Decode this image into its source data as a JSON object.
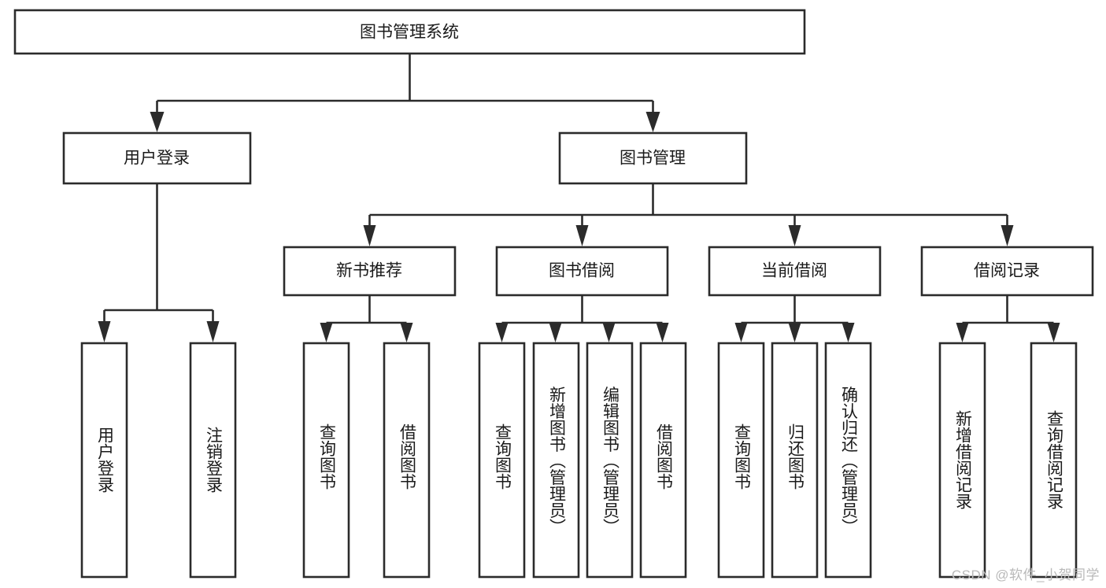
{
  "diagram": {
    "type": "tree-hierarchy",
    "title": "图书管理系统",
    "watermark": "CSDN @软件_小贺同学",
    "colors": {
      "stroke": "#2b2b2b",
      "fill": "#ffffff",
      "text": "#1a1a1a",
      "watermark": "#b9b9b9",
      "background": "#ffffff"
    },
    "levels": {
      "root": {
        "label": "图书管理系统",
        "orientation": "horizontal"
      },
      "level1": [
        {
          "id": "user-login",
          "label": "用户登录",
          "orientation": "horizontal"
        },
        {
          "id": "book-management",
          "label": "图书管理",
          "orientation": "horizontal"
        }
      ],
      "level2": [
        {
          "id": "new-book-recommend",
          "label": "新书推荐",
          "orientation": "horizontal",
          "parent": "book-management"
        },
        {
          "id": "book-borrow",
          "label": "图书借阅",
          "orientation": "horizontal",
          "parent": "book-management"
        },
        {
          "id": "current-borrow",
          "label": "当前借阅",
          "orientation": "horizontal",
          "parent": "book-management"
        },
        {
          "id": "borrow-record",
          "label": "借阅记录",
          "orientation": "horizontal",
          "parent": "book-management"
        }
      ],
      "leaves": [
        {
          "id": "leaf-user-login",
          "label": "用户登录",
          "orientation": "vertical",
          "parent": "user-login"
        },
        {
          "id": "leaf-user-logout",
          "label": "注销登录",
          "orientation": "vertical",
          "parent": "user-login"
        },
        {
          "id": "leaf-query-book-1",
          "label": "查询图书",
          "orientation": "vertical",
          "parent": "new-book-recommend"
        },
        {
          "id": "leaf-borrow-book-1",
          "label": "借阅图书",
          "orientation": "vertical",
          "parent": "new-book-recommend"
        },
        {
          "id": "leaf-query-book-2",
          "label": "查询图书",
          "orientation": "vertical",
          "parent": "book-borrow"
        },
        {
          "id": "leaf-add-book",
          "label": "新增图书（管理员）",
          "orientation": "vertical",
          "parent": "book-borrow"
        },
        {
          "id": "leaf-edit-book",
          "label": "编辑图书（管理员）",
          "orientation": "vertical",
          "parent": "book-borrow"
        },
        {
          "id": "leaf-borrow-book-2",
          "label": "借阅图书",
          "orientation": "vertical",
          "parent": "book-borrow"
        },
        {
          "id": "leaf-query-book-3",
          "label": "查询图书",
          "orientation": "vertical",
          "parent": "current-borrow"
        },
        {
          "id": "leaf-return-book",
          "label": "归还图书",
          "orientation": "vertical",
          "parent": "current-borrow"
        },
        {
          "id": "leaf-confirm-return",
          "label": "确认归还（管理员）",
          "orientation": "vertical",
          "parent": "current-borrow"
        },
        {
          "id": "leaf-add-record",
          "label": "新增借阅记录",
          "orientation": "vertical",
          "parent": "borrow-record"
        },
        {
          "id": "leaf-query-record",
          "label": "查询借阅记录",
          "orientation": "vertical",
          "parent": "borrow-record"
        }
      ]
    }
  }
}
